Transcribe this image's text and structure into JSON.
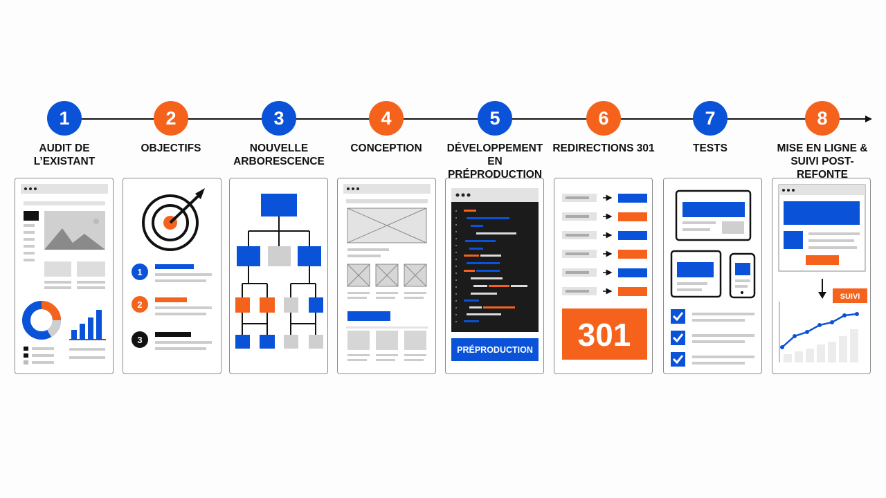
{
  "colors": {
    "blue": "#0a52d8",
    "orange": "#f5621c",
    "black": "#111111",
    "gray": "#cfcfcf",
    "dark": "#1b1b1b"
  },
  "steps": [
    {
      "number": "1",
      "title": "AUDIT DE\nL’EXISTANT",
      "color": "#0a52d8"
    },
    {
      "number": "2",
      "title": "OBJECTIFS",
      "color": "#f5621c"
    },
    {
      "number": "3",
      "title": "NOUVELLE\nARBORESCENCE",
      "color": "#0a52d8"
    },
    {
      "number": "4",
      "title": "CONCEPTION",
      "color": "#f5621c"
    },
    {
      "number": "5",
      "title": "DÉVELOPPEMENT\nEN PRÉPRODUCTION",
      "color": "#0a52d8"
    },
    {
      "number": "6",
      "title": "REDIRECTIONS 301",
      "color": "#f5621c"
    },
    {
      "number": "7",
      "title": "TESTS",
      "color": "#0a52d8"
    },
    {
      "number": "8",
      "title": "MISE EN LIGNE &\nSUIVI POST-REFONTE",
      "color": "#f5621c"
    }
  ],
  "card2": {
    "goals": [
      "1",
      "2",
      "3"
    ]
  },
  "card5": {
    "env_label": "PRÉPRODUCTION"
  },
  "card6": {
    "code": "301"
  },
  "card8": {
    "tag": "SUIVI"
  }
}
